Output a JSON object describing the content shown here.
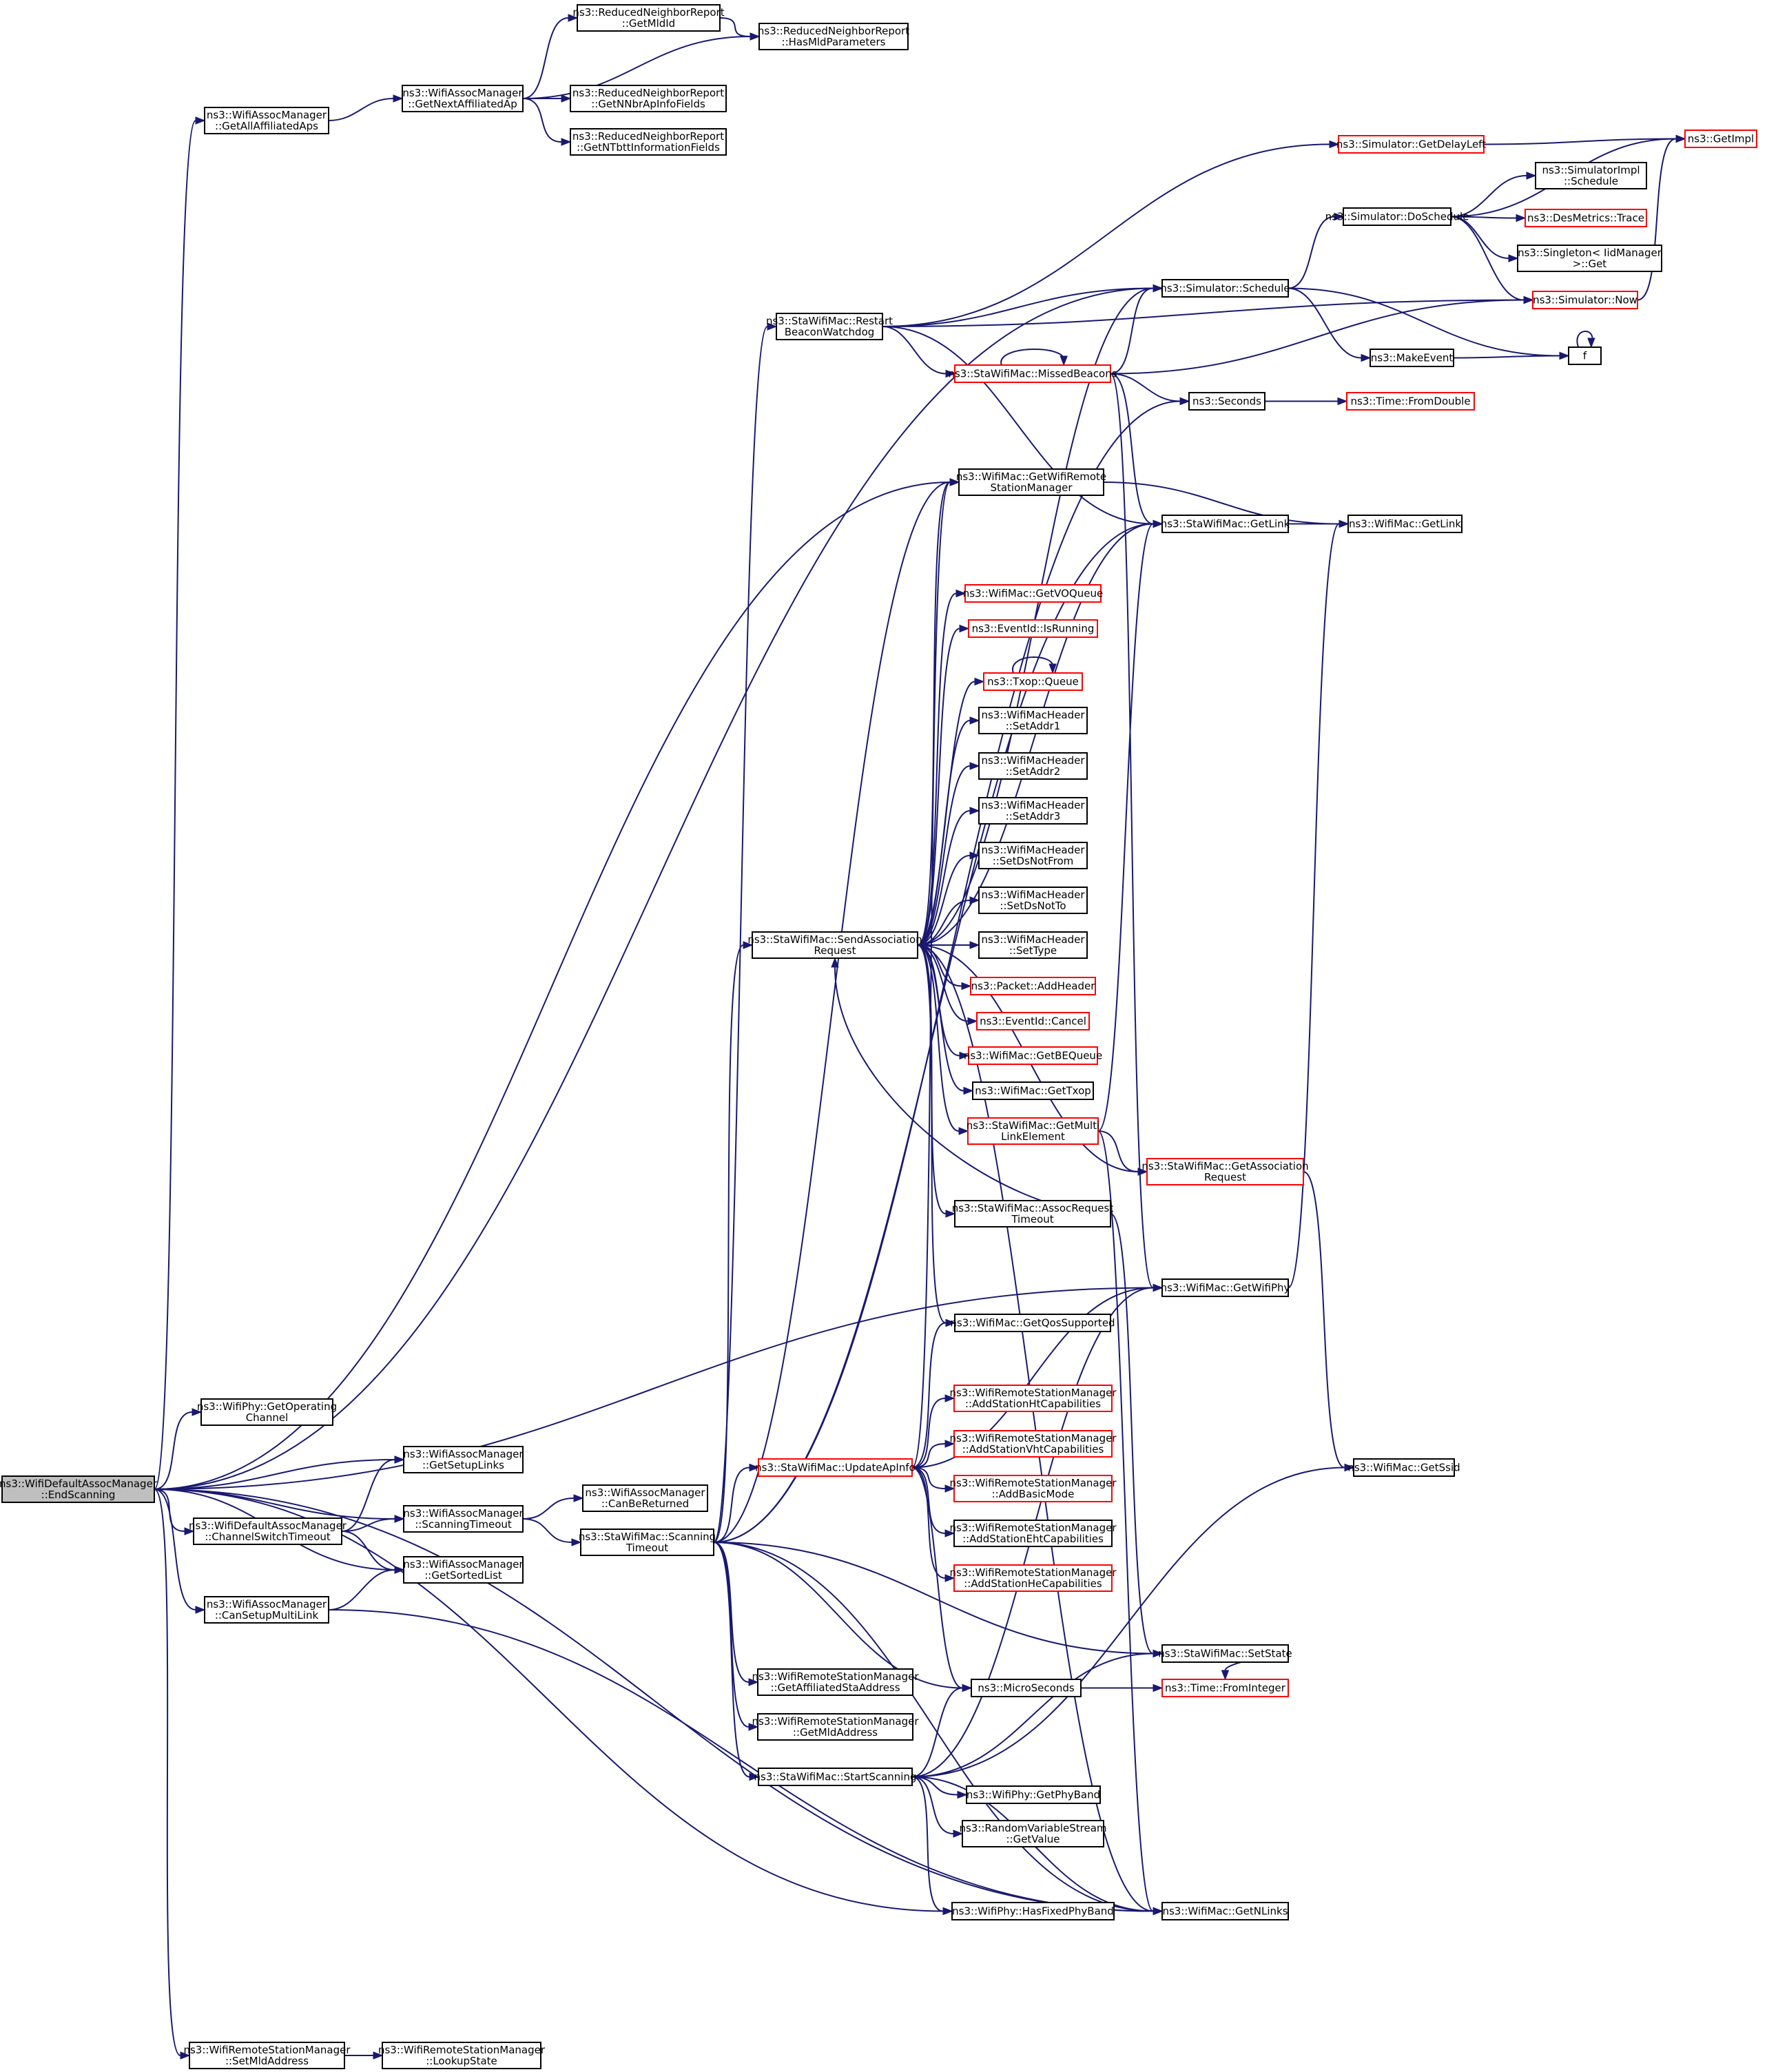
{
  "diagram": {
    "nodes": {
      "root": {
        "lines": [
          "ns3::WifiDefaultAssocManager",
          "::EndScanning"
        ],
        "style": "root"
      },
      "gaaa": {
        "lines": [
          "ns3::WifiAssocManager",
          "::GetAllAffiliatedAps"
        ]
      },
      "gnaa": {
        "lines": [
          "ns3::WifiAssocManager",
          "::GetNextAffiliatedAp"
        ]
      },
      "rgmid": {
        "lines": [
          "ns3::ReducedNeighborReport",
          "::GetMldId"
        ]
      },
      "rhmp": {
        "lines": [
          "ns3::ReducedNeighborReport",
          "::HasMldParameters"
        ]
      },
      "rgnn": {
        "lines": [
          "ns3::ReducedNeighborReport",
          "::GetNNbrApInfoFields"
        ]
      },
      "rgnt": {
        "lines": [
          "ns3::ReducedNeighborReport",
          "::GetNTbttInformationFields"
        ]
      },
      "sgdl": {
        "lines": [
          "ns3::Simulator::GetDelayLeft"
        ],
        "style": "red"
      },
      "gimpl": {
        "lines": [
          "ns3::GetImpl"
        ],
        "style": "red"
      },
      "sdos": {
        "lines": [
          "ns3::Simulator::DoSchedule"
        ]
      },
      "sisch": {
        "lines": [
          "ns3::SimulatorImpl",
          "::Schedule"
        ]
      },
      "dmt": {
        "lines": [
          "ns3::DesMetrics::Trace"
        ],
        "style": "red"
      },
      "sing": {
        "lines": [
          "ns3::Singleton< IidManager",
          " >::Get"
        ]
      },
      "snow": {
        "lines": [
          "ns3::Simulator::Now"
        ],
        "style": "red"
      },
      "ssch": {
        "lines": [
          "ns3::Simulator::Schedule"
        ]
      },
      "srbw": {
        "lines": [
          "ns3::StaWifiMac::Restart",
          "BeaconWatchdog"
        ]
      },
      "smb": {
        "lines": [
          "ns3::StaWifiMac::MissedBeacons"
        ],
        "style": "red"
      },
      "mkev": {
        "lines": [
          "ns3::MakeEvent"
        ]
      },
      "f": {
        "lines": [
          "f"
        ]
      },
      "secs": {
        "lines": [
          "ns3::Seconds"
        ]
      },
      "tfd": {
        "lines": [
          "ns3::Time::FromDouble"
        ],
        "style": "red"
      },
      "gwrsm": {
        "lines": [
          "ns3::WifiMac::GetWifiRemote",
          "StationManager"
        ]
      },
      "sgl": {
        "lines": [
          "ns3::StaWifiMac::GetLink"
        ]
      },
      "wgl": {
        "lines": [
          "ns3::WifiMac::GetLink"
        ]
      },
      "gvo": {
        "lines": [
          "ns3::WifiMac::GetVOQueue"
        ],
        "style": "red"
      },
      "eir": {
        "lines": [
          "ns3::EventId::IsRunning"
        ],
        "style": "red"
      },
      "txq": {
        "lines": [
          "ns3::Txop::Queue"
        ],
        "style": "red"
      },
      "sa1": {
        "lines": [
          "ns3::WifiMacHeader",
          "::SetAddr1"
        ]
      },
      "sa2": {
        "lines": [
          "ns3::WifiMacHeader",
          "::SetAddr2"
        ]
      },
      "sa3": {
        "lines": [
          "ns3::WifiMacHeader",
          "::SetAddr3"
        ]
      },
      "sdnf": {
        "lines": [
          "ns3::WifiMacHeader",
          "::SetDsNotFrom"
        ]
      },
      "sdnt": {
        "lines": [
          "ns3::WifiMacHeader",
          "::SetDsNotTo"
        ]
      },
      "stype": {
        "lines": [
          "ns3::WifiMacHeader",
          "::SetType"
        ]
      },
      "sar": {
        "lines": [
          "ns3::StaWifiMac::SendAssociation",
          "Request"
        ]
      },
      "pah": {
        "lines": [
          "ns3::Packet::AddHeader"
        ],
        "style": "red"
      },
      "ecan": {
        "lines": [
          "ns3::EventId::Cancel"
        ],
        "style": "red"
      },
      "gbe": {
        "lines": [
          "ns3::WifiMac::GetBEQueue"
        ],
        "style": "red"
      },
      "gtx": {
        "lines": [
          "ns3::WifiMac::GetTxop"
        ]
      },
      "gmle": {
        "lines": [
          "ns3::StaWifiMac::GetMulti",
          "LinkElement"
        ],
        "style": "red"
      },
      "gasr": {
        "lines": [
          "ns3::StaWifiMac::GetAssociation",
          "Request"
        ],
        "style": "red"
      },
      "sart": {
        "lines": [
          "ns3::StaWifiMac::AssocRequest",
          "Timeout"
        ]
      },
      "gwp": {
        "lines": [
          "ns3::WifiMac::GetWifiPhy"
        ]
      },
      "gqs": {
        "lines": [
          "ns3::WifiMac::GetQosSupported"
        ]
      },
      "goc": {
        "lines": [
          "ns3::WifiPhy::GetOperating",
          "Channel"
        ]
      },
      "ht": {
        "lines": [
          "ns3::WifiRemoteStationManager",
          "::AddStationHtCapabilities"
        ],
        "style": "red"
      },
      "vht": {
        "lines": [
          "ns3::WifiRemoteStationManager",
          "::AddStationVhtCapabilities"
        ],
        "style": "red"
      },
      "gsl": {
        "lines": [
          "ns3::WifiAssocManager",
          "::GetSetupLinks"
        ]
      },
      "uai": {
        "lines": [
          "ns3::StaWifiMac::UpdateApInfo"
        ],
        "style": "red"
      },
      "abm": {
        "lines": [
          "ns3::WifiRemoteStationManager",
          "::AddBasicMode"
        ],
        "style": "red"
      },
      "gssid": {
        "lines": [
          "ns3::WifiMac::GetSsid"
        ]
      },
      "cbr": {
        "lines": [
          "ns3::WifiAssocManager",
          "::CanBeReturned"
        ]
      },
      "cst": {
        "lines": [
          "ns3::WifiDefaultAssocManager",
          "::ChannelSwitchTimeout"
        ]
      },
      "wst": {
        "lines": [
          "ns3::WifiAssocManager",
          "::ScanningTimeout"
        ]
      },
      "sst": {
        "lines": [
          "ns3::StaWifiMac::Scanning",
          "Timeout"
        ]
      },
      "eht": {
        "lines": [
          "ns3::WifiRemoteStationManager",
          "::AddStationEhtCapabilities"
        ]
      },
      "gsort": {
        "lines": [
          "ns3::WifiAssocManager",
          "::GetSortedList"
        ]
      },
      "he": {
        "lines": [
          "ns3::WifiRemoteStationManager",
          "::AddStationHeCapabilities"
        ],
        "style": "red"
      },
      "csml": {
        "lines": [
          "ns3::WifiAssocManager",
          "::CanSetupMultiLink"
        ]
      },
      "sss": {
        "lines": [
          "ns3::StaWifiMac::SetState"
        ]
      },
      "gasa": {
        "lines": [
          "ns3::WifiRemoteStationManager",
          "::GetAffiliatedStaAddress"
        ]
      },
      "usec": {
        "lines": [
          "ns3::MicroSeconds"
        ]
      },
      "tfi": {
        "lines": [
          "ns3::Time::FromInteger"
        ],
        "style": "red"
      },
      "gmld": {
        "lines": [
          "ns3::WifiRemoteStationManager",
          "::GetMldAddress"
        ]
      },
      "sscan": {
        "lines": [
          "ns3::StaWifiMac::StartScanning"
        ]
      },
      "gpb": {
        "lines": [
          "ns3::WifiPhy::GetPhyBand"
        ]
      },
      "rvs": {
        "lines": [
          "ns3::RandomVariableStream",
          "::GetValue"
        ]
      },
      "hfpb": {
        "lines": [
          "ns3::WifiPhy::HasFixedPhyBand"
        ]
      },
      "gnl": {
        "lines": [
          "ns3::WifiMac::GetNLinks"
        ]
      },
      "smld": {
        "lines": [
          "ns3::WifiRemoteStationManager",
          "::SetMldAddress"
        ]
      },
      "lks": {
        "lines": [
          "ns3::WifiRemoteStationManager",
          "::LookupState"
        ]
      }
    },
    "edges": [
      [
        "root",
        "gaaa"
      ],
      [
        "gaaa",
        "gnaa"
      ],
      [
        "gnaa",
        "rgmid"
      ],
      [
        "gnaa",
        "rhmp"
      ],
      [
        "gnaa",
        "rgnn"
      ],
      [
        "gnaa",
        "rgnt"
      ],
      [
        "rgmid",
        "rhmp"
      ],
      [
        "root",
        "ssch"
      ],
      [
        "root",
        "gwrsm"
      ],
      [
        "root",
        "gwp"
      ],
      [
        "root",
        "goc"
      ],
      [
        "root",
        "gsl"
      ],
      [
        "root",
        "cst"
      ],
      [
        "root",
        "wst"
      ],
      [
        "root",
        "gsort"
      ],
      [
        "root",
        "csml"
      ],
      [
        "root",
        "hfpb"
      ],
      [
        "root",
        "gnl"
      ],
      [
        "root",
        "smld"
      ],
      [
        "cst",
        "gsl"
      ],
      [
        "cst",
        "wst"
      ],
      [
        "cst",
        "gsort"
      ],
      [
        "csml",
        "gsort"
      ],
      [
        "csml",
        "gnl"
      ],
      [
        "wst",
        "cbr"
      ],
      [
        "wst",
        "sst"
      ],
      [
        "sst",
        "srbw"
      ],
      [
        "sst",
        "secs"
      ],
      [
        "sst",
        "gwrsm"
      ],
      [
        "sst",
        "sgl"
      ],
      [
        "sst",
        "sar"
      ],
      [
        "sst",
        "uai"
      ],
      [
        "sst",
        "sss"
      ],
      [
        "sst",
        "gasa"
      ],
      [
        "sst",
        "gmld"
      ],
      [
        "sst",
        "sscan"
      ],
      [
        "sst",
        "usec"
      ],
      [
        "sst",
        "gnl"
      ],
      [
        "srbw",
        "sgdl"
      ],
      [
        "srbw",
        "ssch"
      ],
      [
        "srbw",
        "snow"
      ],
      [
        "srbw",
        "smb"
      ],
      [
        "srbw",
        "sgl"
      ],
      [
        "sgdl",
        "gimpl"
      ],
      [
        "sdos",
        "gimpl"
      ],
      [
        "sdos",
        "sisch"
      ],
      [
        "sdos",
        "dmt"
      ],
      [
        "sdos",
        "sing"
      ],
      [
        "sdos",
        "snow"
      ],
      [
        "snow",
        "gimpl"
      ],
      [
        "ssch",
        "sdos"
      ],
      [
        "ssch",
        "mkev"
      ],
      [
        "ssch",
        "f"
      ],
      [
        "mkev",
        "f"
      ],
      [
        "f",
        "f"
      ],
      [
        "smb",
        "smb"
      ],
      [
        "smb",
        "ssch"
      ],
      [
        "smb",
        "snow"
      ],
      [
        "smb",
        "secs"
      ],
      [
        "smb",
        "sgl"
      ],
      [
        "smb",
        "gwp"
      ],
      [
        "secs",
        "tfd"
      ],
      [
        "gwrsm",
        "wgl"
      ],
      [
        "sgl",
        "wgl"
      ],
      [
        "sar",
        "ssch"
      ],
      [
        "sar",
        "gwrsm"
      ],
      [
        "sar",
        "sgl"
      ],
      [
        "sar",
        "gvo"
      ],
      [
        "sar",
        "eir"
      ],
      [
        "sar",
        "txq"
      ],
      [
        "sar",
        "sa1"
      ],
      [
        "sar",
        "sa2"
      ],
      [
        "sar",
        "sa3"
      ],
      [
        "sar",
        "sdnf"
      ],
      [
        "sar",
        "sdnt"
      ],
      [
        "sar",
        "stype"
      ],
      [
        "sar",
        "pah"
      ],
      [
        "sar",
        "ecan"
      ],
      [
        "sar",
        "gbe"
      ],
      [
        "sar",
        "gtx"
      ],
      [
        "sar",
        "gmle"
      ],
      [
        "sar",
        "gasr"
      ],
      [
        "sar",
        "sart"
      ],
      [
        "sar",
        "gqs"
      ],
      [
        "sar",
        "gnl"
      ],
      [
        "txq",
        "txq"
      ],
      [
        "gmle",
        "sgl"
      ],
      [
        "gmle",
        "gasr"
      ],
      [
        "gmle",
        "gnl"
      ],
      [
        "gasr",
        "gssid"
      ],
      [
        "sart",
        "sar"
      ],
      [
        "sart",
        "sss"
      ],
      [
        "gwp",
        "wgl"
      ],
      [
        "uai",
        "gwrsm"
      ],
      [
        "uai",
        "gwp"
      ],
      [
        "uai",
        "gqs"
      ],
      [
        "uai",
        "ht"
      ],
      [
        "uai",
        "vht"
      ],
      [
        "uai",
        "abm"
      ],
      [
        "uai",
        "eht"
      ],
      [
        "uai",
        "he"
      ],
      [
        "uai",
        "usec"
      ],
      [
        "usec",
        "tfi"
      ],
      [
        "sss",
        "tfi"
      ],
      [
        "sscan",
        "usec"
      ],
      [
        "sscan",
        "sss"
      ],
      [
        "sscan",
        "gwp"
      ],
      [
        "sscan",
        "gssid"
      ],
      [
        "sscan",
        "gpb"
      ],
      [
        "sscan",
        "rvs"
      ],
      [
        "sscan",
        "hfpb"
      ],
      [
        "sscan",
        "gnl"
      ],
      [
        "smld",
        "lks"
      ]
    ]
  }
}
